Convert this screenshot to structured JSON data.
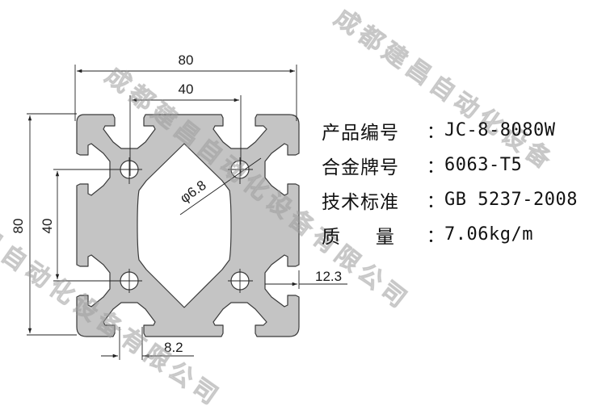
{
  "drawing": {
    "subject": "8080 aluminium extrusion profile cross-section",
    "colors": {
      "profile_fill": "#c4c4c4",
      "profile_stroke": "#3a3a3a",
      "dimension_line": "#222222",
      "watermark": "#aaaaaa"
    },
    "dimensions": {
      "overall_width": "80",
      "hole_spacing_horizontal": "40",
      "overall_height": "80",
      "hole_spacing_vertical": "40",
      "hole_diameter": "φ6.8",
      "slot_opening": "8.2",
      "slot_depth": "12.3"
    }
  },
  "specs": [
    {
      "label": "产品编号",
      "colon": "：",
      "value": "JC-8-8080W"
    },
    {
      "label": "合金牌号",
      "colon": "：",
      "value": "6063-T5"
    },
    {
      "label": "技术标准",
      "colon": "：",
      "value": "GB 5237-2008"
    },
    {
      "label": "质      量",
      "colon": "：",
      "value": "7.06kg/m"
    }
  ],
  "watermark": {
    "text_main": "成都建昌自动化设备有限公司",
    "text_lower": "昌自动化设备有限公司",
    "text_top": "成都建昌自动化设备"
  }
}
